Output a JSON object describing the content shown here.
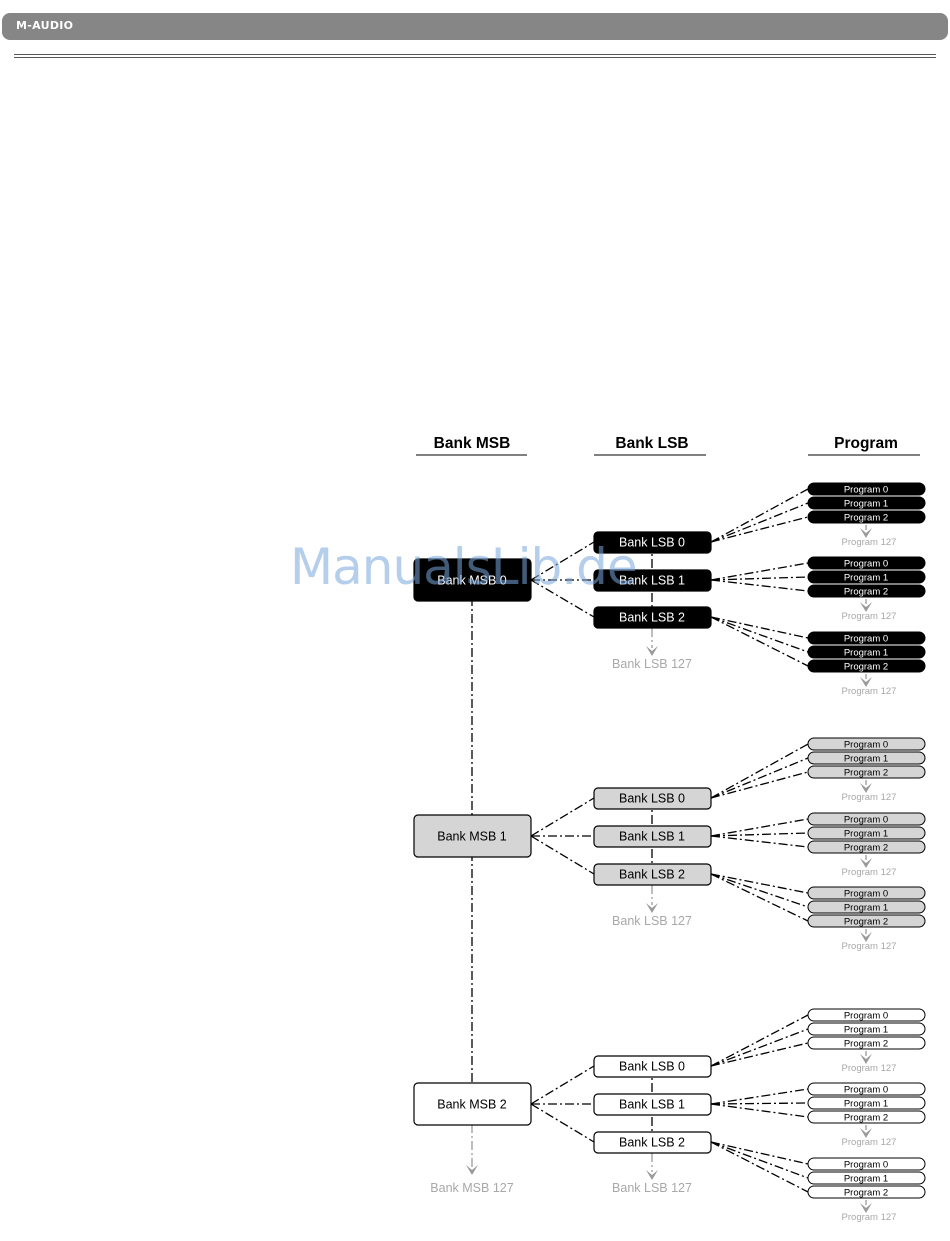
{
  "header": {
    "brand": "M-AUDIO"
  },
  "columns": {
    "msb": "Bank MSB",
    "lsb": "Bank LSB",
    "program": "Program"
  },
  "groups": [
    {
      "msb": "Bank MSB 0",
      "lsbs": [
        "Bank LSB 0",
        "Bank LSB 1",
        "Bank LSB 2"
      ],
      "programs": [
        "Program 0",
        "Program 1",
        "Program 2"
      ],
      "program_more": "Program 127",
      "lsb_more": "Bank LSB 127",
      "style": "black"
    },
    {
      "msb": "Bank MSB 1",
      "lsbs": [
        "Bank LSB 0",
        "Bank LSB 1",
        "Bank LSB 2"
      ],
      "programs": [
        "Program 0",
        "Program 1",
        "Program 2"
      ],
      "program_more": "Program 127",
      "lsb_more": "Bank LSB 127",
      "style": "gray"
    },
    {
      "msb": "Bank MSB 2",
      "lsbs": [
        "Bank LSB 0",
        "Bank LSB 1",
        "Bank LSB 2"
      ],
      "programs": [
        "Program 0",
        "Program 1",
        "Program 2"
      ],
      "program_more": "Program 127",
      "lsb_more": "Bank LSB 127",
      "style": "white"
    }
  ],
  "msb_more": "Bank MSB 127",
  "colors": {
    "black_fill": "#000000",
    "gray_fill": "#d5d5d5",
    "white_fill": "#ffffff",
    "more_text": "#a8a8a8",
    "header": "#868686"
  },
  "watermark": "ManualsLib.de"
}
